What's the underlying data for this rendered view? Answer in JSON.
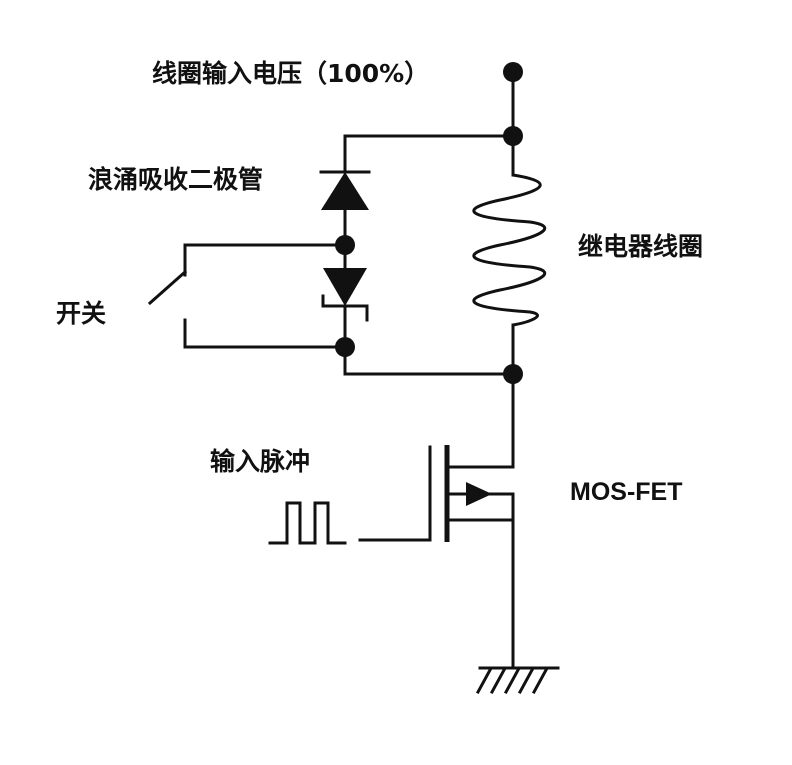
{
  "labels": {
    "coil_input_voltage": "线圈输入电压（100%）",
    "surge_diode": "浪涌吸收二极管",
    "relay_coil": "继电器线圈",
    "switch": "开关",
    "input_pulse": "输入脉冲",
    "mosfet": "MOS-FET"
  },
  "colors": {
    "ink": "#111111",
    "background": "#ffffff"
  }
}
